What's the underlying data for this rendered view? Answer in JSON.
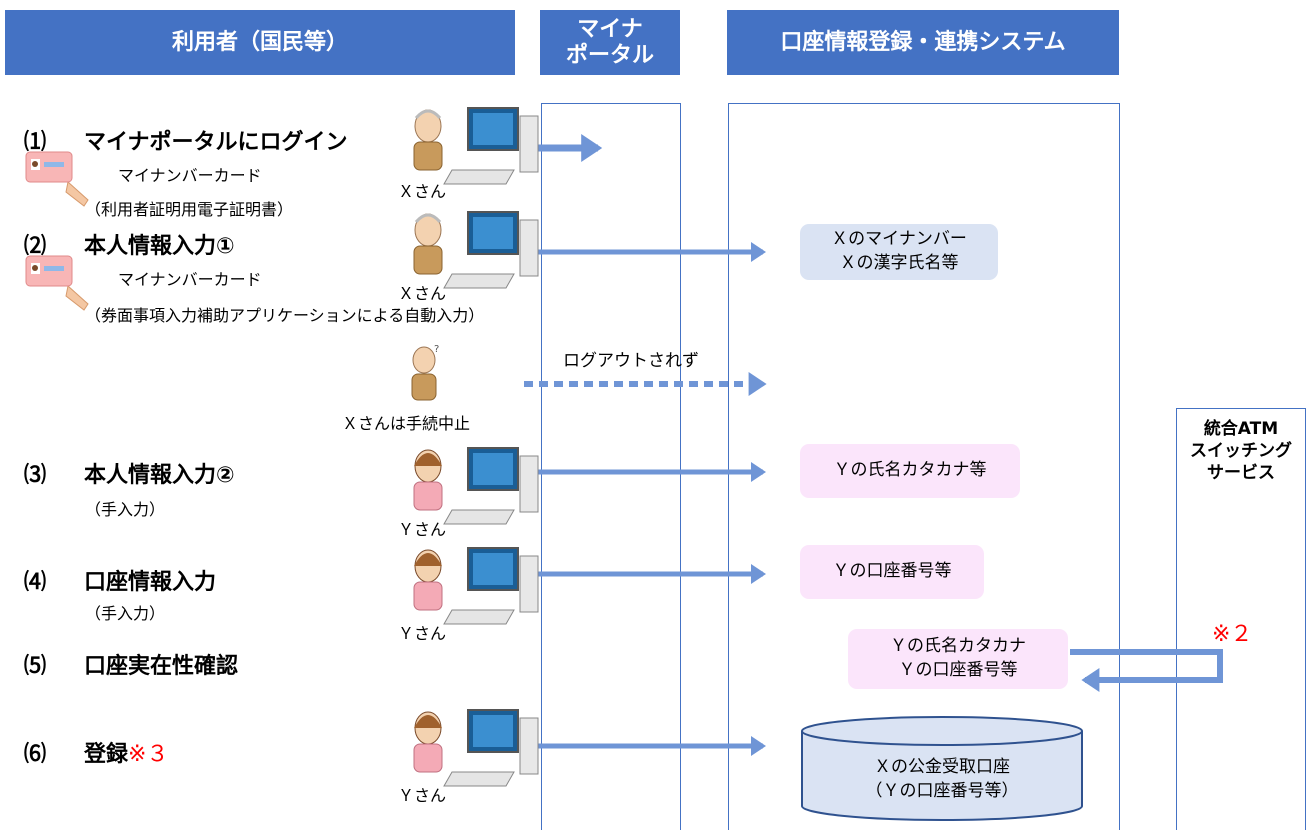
{
  "headers": {
    "user": "利用者（国民等）",
    "mynaportal": "マイナ\nポータル",
    "system": "口座情報登録・連携システム"
  },
  "steps": [
    {
      "num": "⑴",
      "label": "マイナポータルにログイン"
    },
    {
      "num": "⑵",
      "label": "本人情報入力①"
    },
    {
      "num": "⑶",
      "label": "本人情報入力②"
    },
    {
      "num": "⑷",
      "label": "口座情報入力"
    },
    {
      "num": "⑸",
      "label": "口座実在性確認"
    },
    {
      "num": "⑹",
      "label": "登録",
      "note": "※３"
    }
  ],
  "subtexts": {
    "s1_card": "マイナンバーカード",
    "s1_cert": "（利用者証明用電子証明書）",
    "s2_card": "マイナンバーカード",
    "s2_auto": "（券面事項入力補助アプリケーションによる自動入力）",
    "s3_manual": "（手入力）",
    "s4_manual": "（手入力）"
  },
  "people": {
    "x1": "Ｘさん",
    "x2": "Ｘさん",
    "x_stop": "Ｘさんは手続中止",
    "y1": "Ｙさん",
    "y2": "Ｙさん",
    "y3": "Ｙさん"
  },
  "arrows": {
    "logout_label": "ログアウトされず"
  },
  "boxes": {
    "x_info_1": "Ｘのマイナンバー",
    "x_info_2": "Ｘの漢字氏名等",
    "y_kana": "Ｙの氏名カタカナ等",
    "y_account": "Ｙの口座番号等",
    "verify_1": "Ｙの氏名カタカナ",
    "verify_2": "Ｙの口座番号等",
    "db_1": "Ｘの公金受取口座",
    "db_2": "（Ｙの口座番号等）"
  },
  "atm": {
    "line1": "統合ATM",
    "line2": "スイッチング",
    "line3": "サービス",
    "note": "※２"
  },
  "colors": {
    "header_bg": "#4472c4",
    "arrow": "#6f95d6",
    "box_blue": "#dae3f3",
    "box_pink": "#fbe5fb",
    "note_red": "#ff0000"
  },
  "icons": [
    "user-at-computer-icon",
    "confused-person-icon",
    "mynumber-card-icon",
    "database-cylinder-icon"
  ]
}
